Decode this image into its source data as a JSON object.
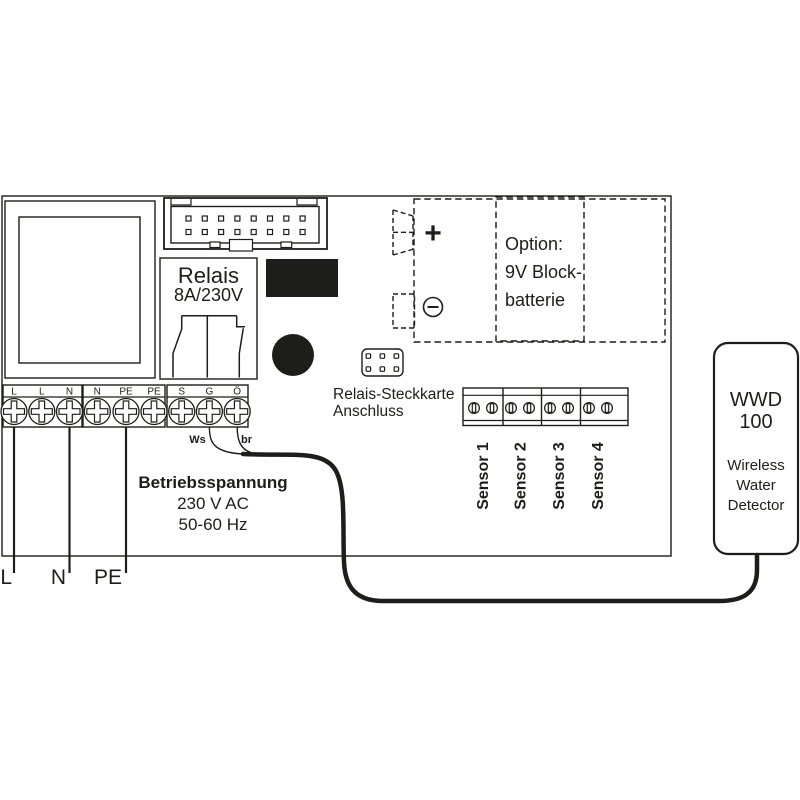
{
  "board": {
    "relay": {
      "title": "Relais",
      "rating": "8A/230V"
    },
    "terminal_labels": [
      "L",
      "L",
      "N",
      "N",
      "PE",
      "PE",
      "S",
      "G",
      "Ö"
    ],
    "wire_marks": {
      "ws": "Ws",
      "br": "br"
    },
    "supply": {
      "title": "Betriebsspannung",
      "voltage": "230 V AC",
      "frequency": "50-60 Hz"
    },
    "mains_labels": [
      "L",
      "N",
      "PE"
    ],
    "battery": {
      "plus": "+",
      "minus_icon": "circled-minus",
      "option_lines": [
        "Option:",
        "9V Block-",
        "batterie"
      ]
    },
    "relay_card": {
      "line1": "Relais-Steckkarte",
      "line2": "Anschluss"
    },
    "sensor_labels": [
      "Sensor 1",
      "Sensor 2",
      "Sensor 3",
      "Sensor 4"
    ]
  },
  "device": {
    "model_line1": "WWD",
    "model_line2": "100",
    "type_lines": [
      "Wireless",
      "Water",
      "Detector"
    ]
  },
  "colors": {
    "ink": "#1d1d1b",
    "background": "#ffffff"
  }
}
